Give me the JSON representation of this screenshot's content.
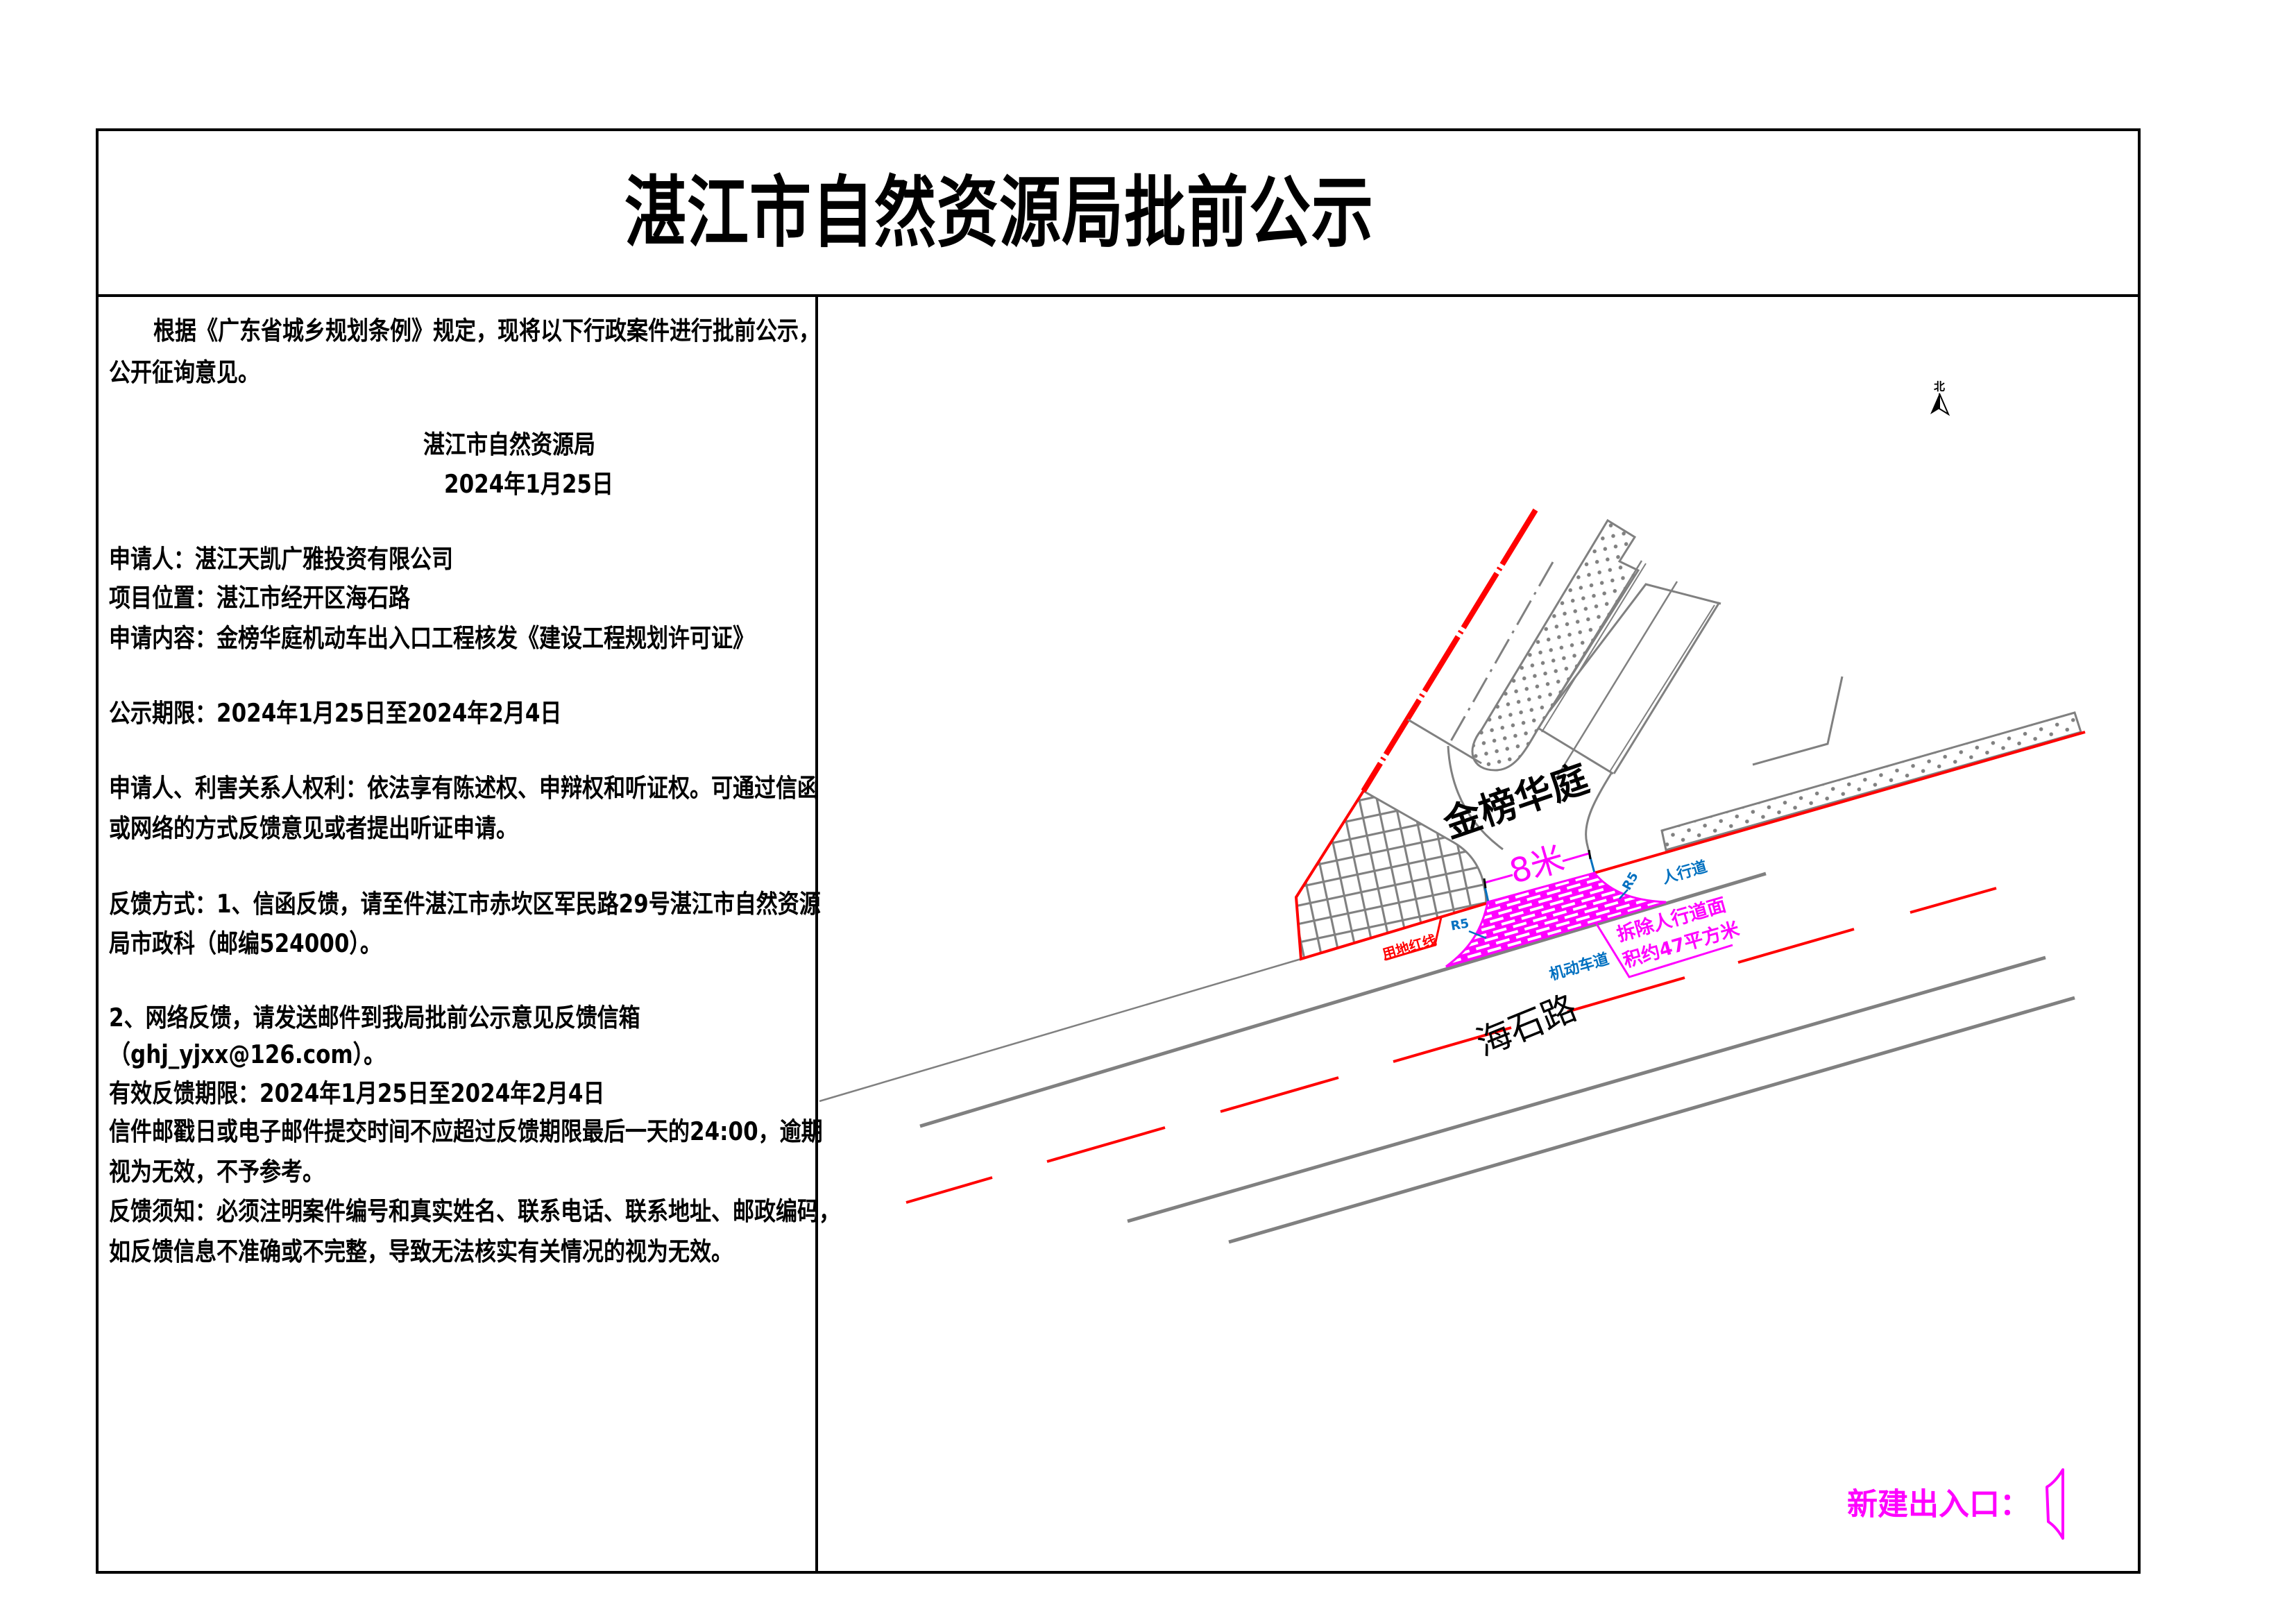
{
  "title": "湛江市自然资源局批前公示",
  "notice": {
    "intro": [
      "根据《广东省城乡规划条例》规定，现将以下行政案件进行批前公示，",
      "公开征询意见。"
    ],
    "signature": {
      "org": "湛江市自然资源局",
      "date": "2024年1月25日"
    },
    "fields": {
      "applicant": {
        "label": "申请人：",
        "value": "湛江天凯广雅投资有限公司"
      },
      "location": {
        "label": "项目位置：",
        "value": "湛江市经开区海石路"
      },
      "content": {
        "label": "申请内容：",
        "value": "金榜华庭机动车出入口工程核发《建设工程规划许可证》"
      },
      "period": {
        "label": "公示期限：",
        "value": "2024年1月25日至2024年2月4日"
      }
    },
    "rights": [
      "申请人、利害关系人权利：依法享有陈述权、申辩权和听证权。可通过信函",
      "或网络的方式反馈意见或者提出听证申请。"
    ],
    "feedback_mail": [
      "反馈方式：1、信函反馈，请至件湛江市赤坎区军民路29号湛江市自然资源",
      "局市政科（邮编524000）。"
    ],
    "feedback_online": [
      "2、网络反馈，请发送邮件到我局批前公示意见反馈信箱",
      "（ghj_yjxx@126.com）。"
    ],
    "valid_period": {
      "label": "有效反馈期限：",
      "value": "2024年1月25日至2024年2月4日"
    },
    "deadline_note": [
      "信件邮戳日或电子邮件提交时间不应超过反馈期限最后一天的24:00，逾期",
      "视为无效，不予参考。"
    ],
    "requirements": [
      "反馈须知：必须注明案件编号和真实姓名、联系电话、联系地址、邮政编码，",
      "如反馈信息不准确或不完整，导致无法核实有关情况的视为无效。"
    ]
  },
  "map": {
    "compass": {
      "label": "北",
      "icon": "north-arrow-icon"
    },
    "labels": {
      "community": "金榜华庭",
      "road": "海石路",
      "entrance_width": "8米",
      "sidewalk": "人行道",
      "motor_lane": "机动车道",
      "curb_radius_upper": "R5",
      "curb_radius_lower": "R5",
      "property_line": "用地红线",
      "demolition_note": [
        "拆除人行道面",
        "积约47平方米"
      ]
    },
    "legend": {
      "label": "新建出入口：",
      "icon": "entrance-symbol-icon"
    },
    "colors": {
      "line_gray": "#808080",
      "red_line": "#ff0000",
      "magenta": "#ff00ff",
      "blue": "#0070c0",
      "text": "#000000"
    }
  }
}
